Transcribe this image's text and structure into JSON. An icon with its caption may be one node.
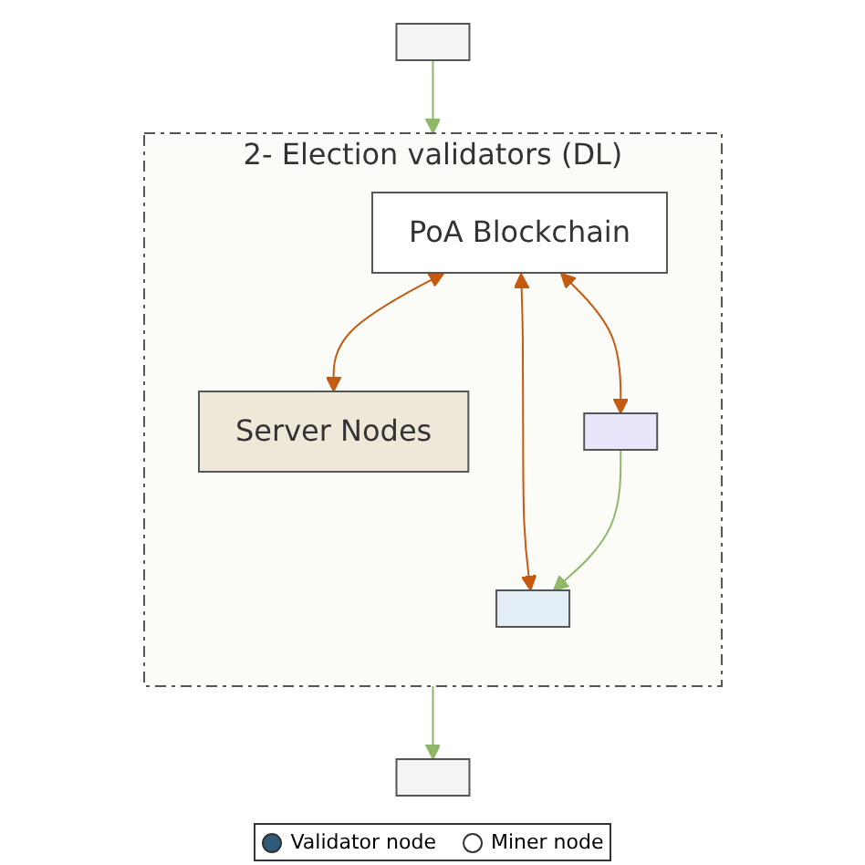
{
  "diagram": {
    "nodes": [
      {
        "text": [],
        "shape": "box"
      },
      {
        "text": [
          "2- Election validators (DL)"
        ]
      },
      {
        "text": [
          "PoA Blockchain"
        ],
        "in": 1
      },
      {
        "text": [
          "Server Nodes"
        ],
        "in": 1
      },
      {
        "text": [],
        "shape": "box",
        "in": 1
      },
      {
        "text": [],
        "shape": "box",
        "in": 1
      },
      {
        "text": [],
        "shape": "box"
      }
    ],
    "edges": [
      {
        "from": 0,
        "to": 1,
        "arrow": "to",
        "color": "#8fb86a"
      },
      {
        "from": 3,
        "to": 2,
        "arrow": "both",
        "color": "#c55a11"
      },
      {
        "from": 4,
        "to": 2,
        "arrow": "both",
        "color": "#c55a11"
      },
      {
        "from": 5,
        "to": 2,
        "arrow": "both",
        "color": "#c55a11"
      },
      {
        "from": 4,
        "to": 5,
        "arrow": "to",
        "color": "#8fb86a"
      },
      {
        "from": 1,
        "to": 6,
        "arrow": "to",
        "color": "#8fb86a"
      }
    ],
    "legend": [
      {
        "text": "Validator node"
      },
      {
        "text": "Miner node"
      }
    ]
  }
}
